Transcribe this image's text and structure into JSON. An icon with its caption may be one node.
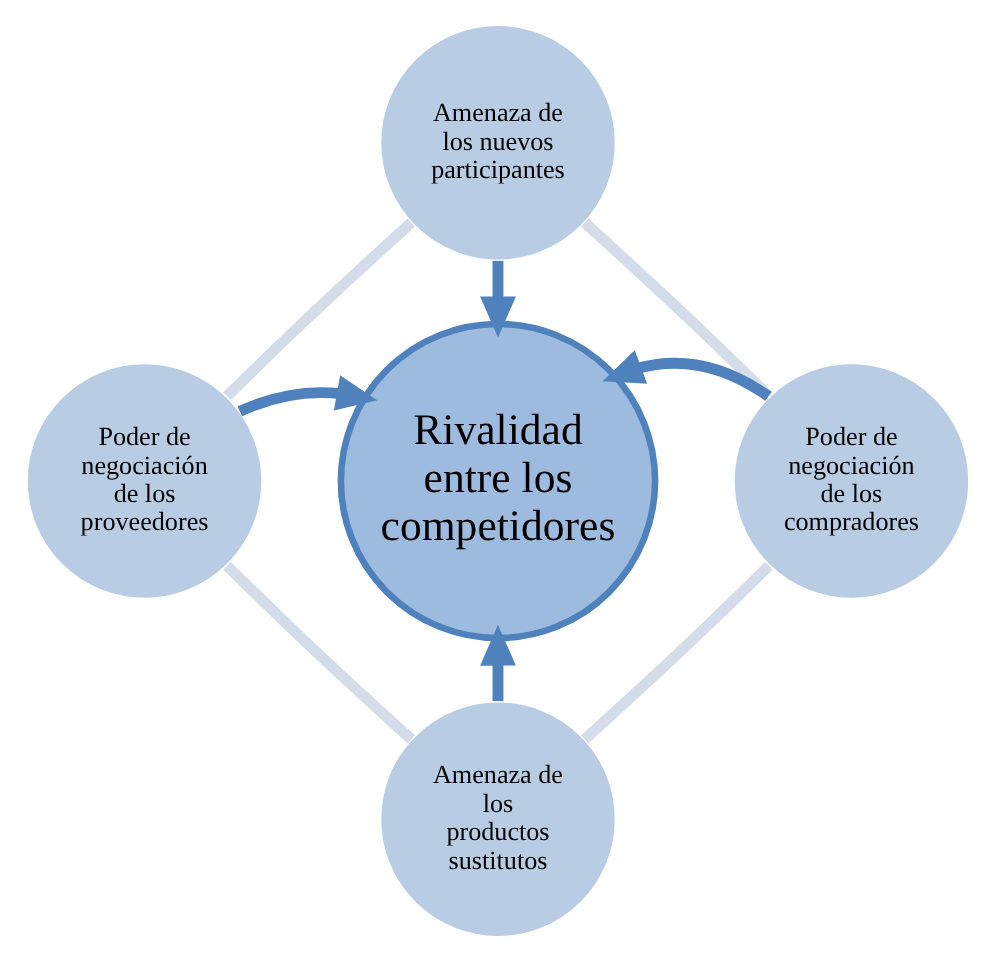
{
  "diagram": {
    "nodes": [
      {
        "text": [
          "Amenaza de los nuevos participantes"
        ]
      },
      {
        "text": [
          "Poder de negociación de los proveedores"
        ]
      },
      {
        "text": [
          "Rivalidad entre los competidores"
        ]
      },
      {
        "text": [
          "Poder de negociación de los compradores"
        ]
      },
      {
        "text": [
          "Amenaza de los productos sustitutos"
        ]
      }
    ],
    "edges": [
      {
        "from": 0,
        "to": 2,
        "arrow": "to"
      },
      {
        "from": 1,
        "to": 2,
        "arrow": "to"
      },
      {
        "from": 3,
        "to": 2,
        "arrow": "to"
      },
      {
        "from": 4,
        "to": 2,
        "arrow": "to"
      },
      {
        "from": 0,
        "to": 1,
        "arrow": "none",
        "color": "#d3dce8"
      },
      {
        "from": 0,
        "to": 3,
        "arrow": "none",
        "color": "#d3dce8"
      },
      {
        "from": 1,
        "to": 4,
        "arrow": "none",
        "color": "#d3dce8"
      },
      {
        "from": 3,
        "to": 4,
        "arrow": "none",
        "color": "#d3dce8"
      }
    ]
  }
}
